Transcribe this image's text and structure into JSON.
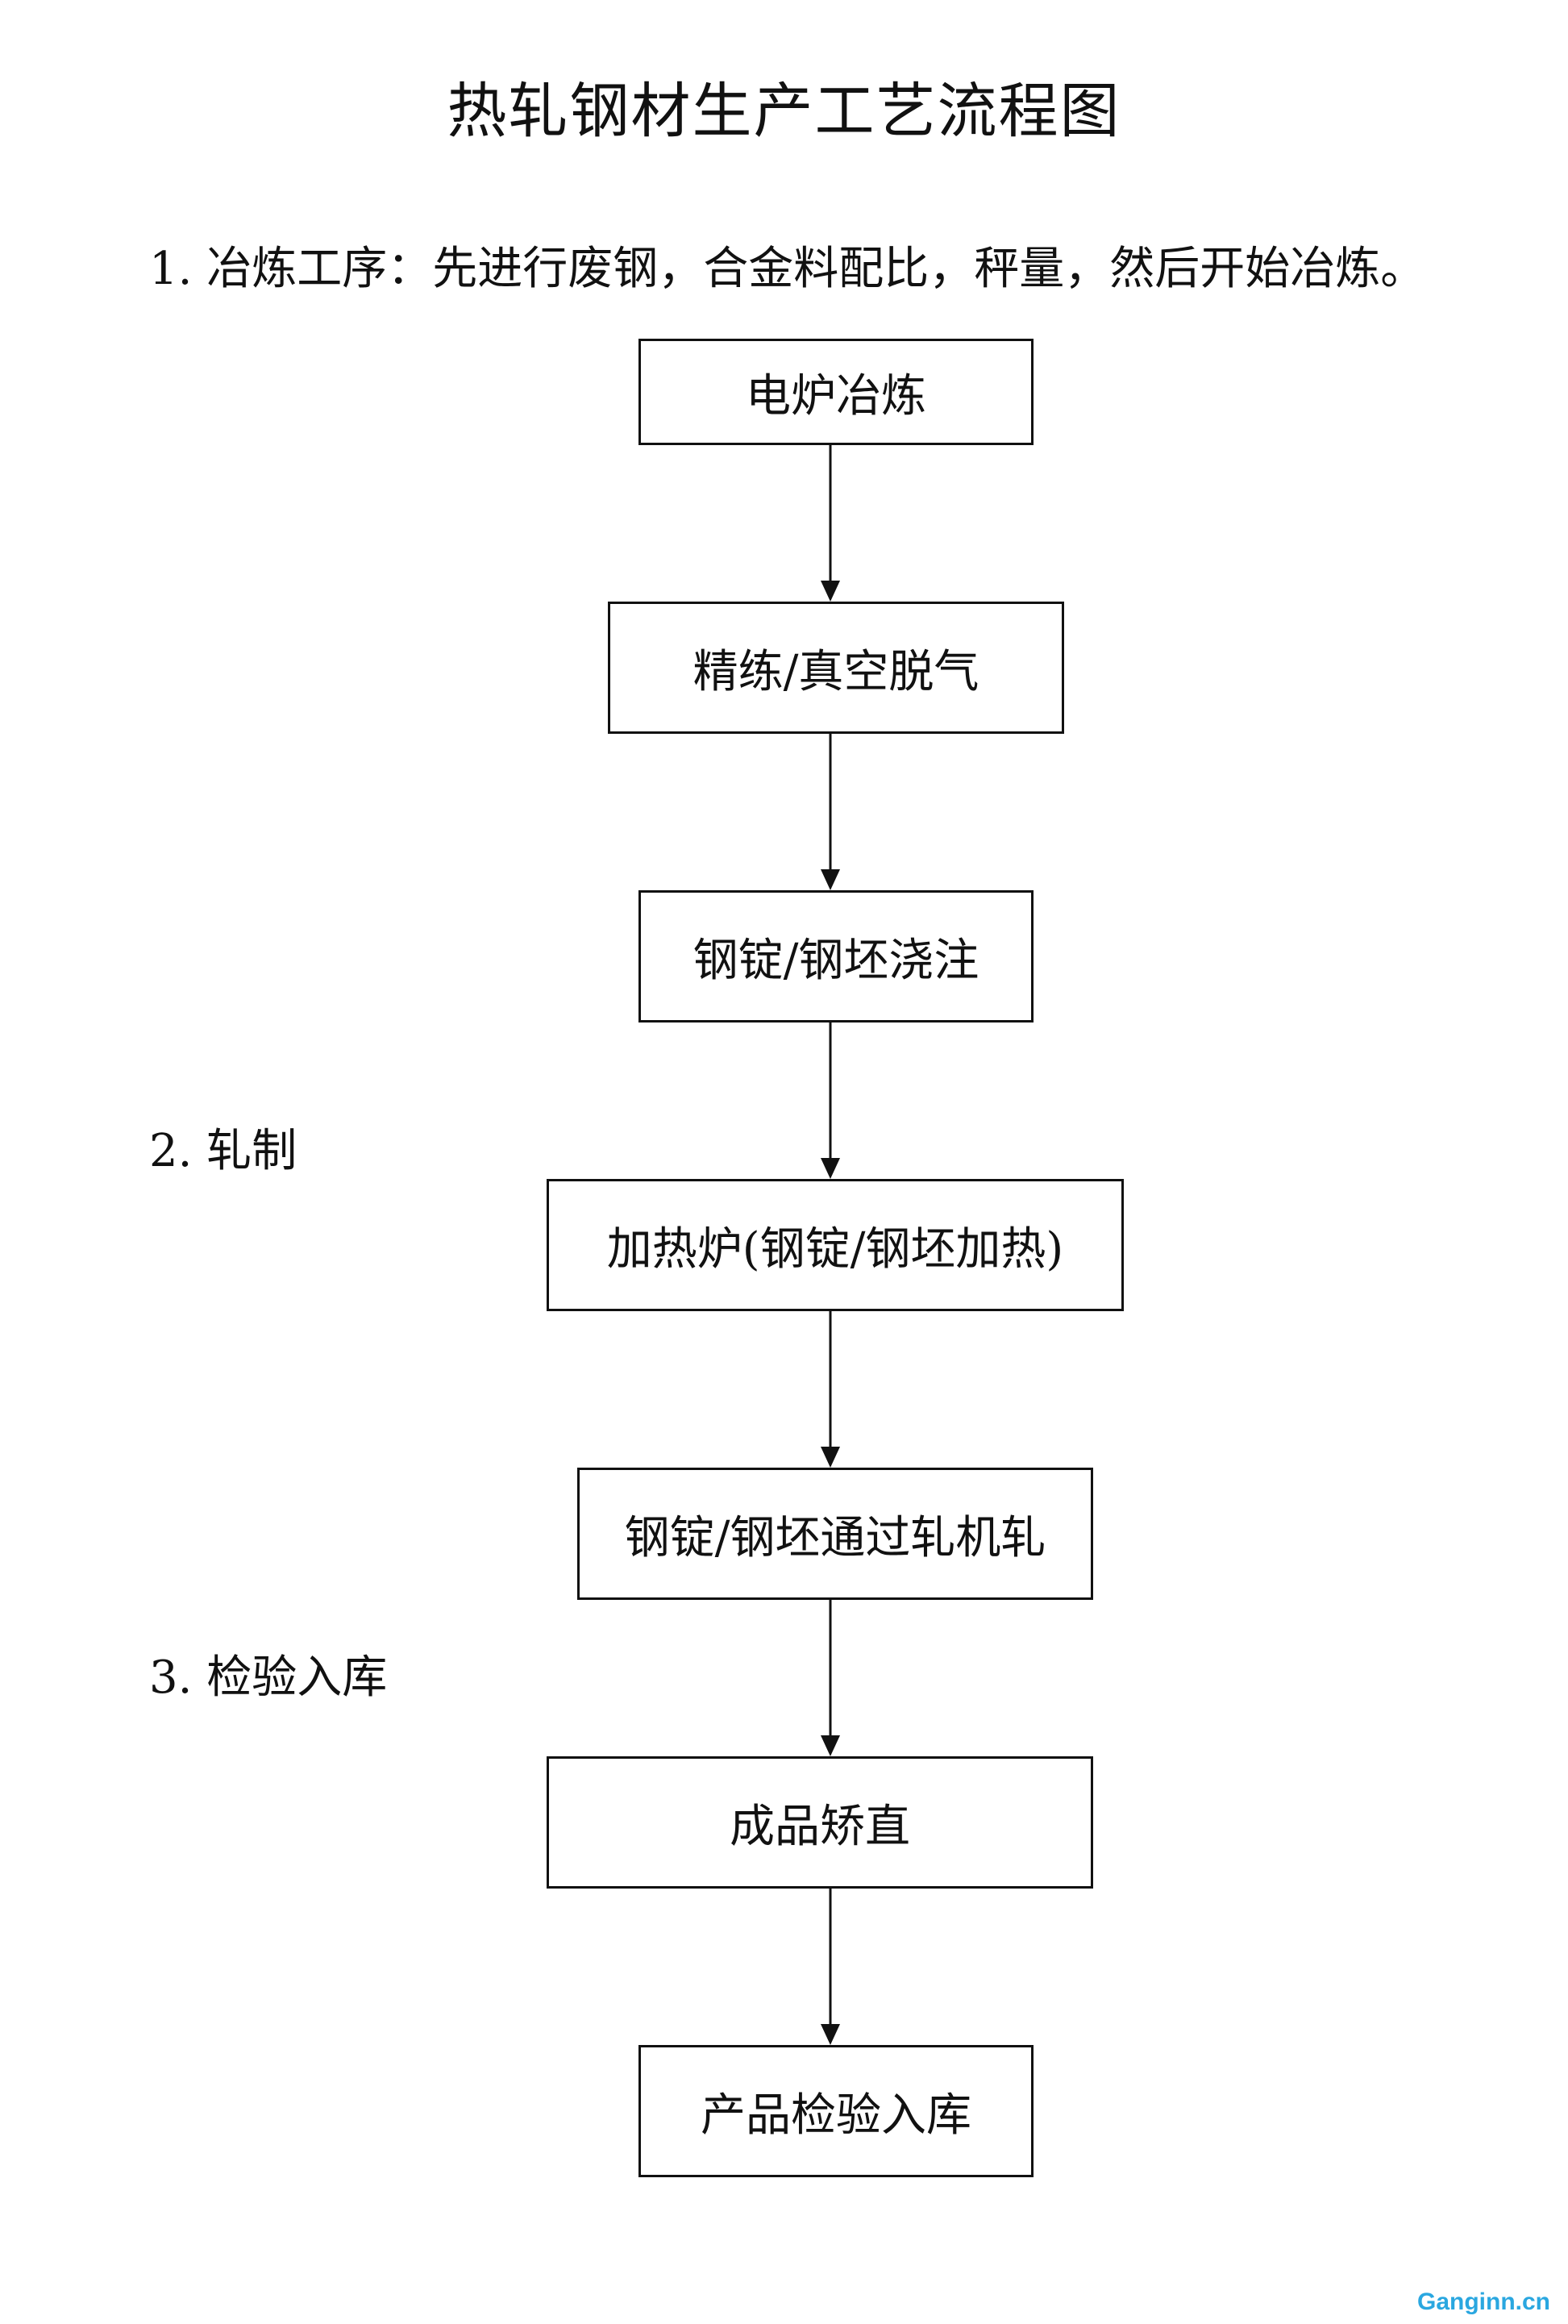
{
  "title": "热轧钢材生产工艺流程图",
  "sections": [
    "1. 冶炼工序：先进行废钢，合金料配比，秤量，然后开始冶炼。",
    "2. 轧制",
    "3. 检验入库"
  ],
  "steps": [
    "电炉冶炼",
    "精练/真空脱气",
    "钢锭/钢坯浇注",
    "加热炉(钢锭/钢坯加热)",
    "钢锭/钢坯通过轧机轧",
    "成品矫直",
    "产品检验入库"
  ],
  "watermark": "Ganginn.cn"
}
